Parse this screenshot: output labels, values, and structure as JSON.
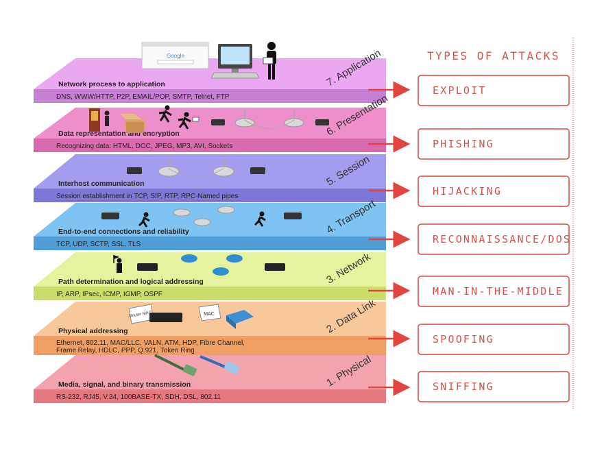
{
  "attacks_heading": "TYPES OF ATTACKS",
  "colors": {
    "accent_red": "#e0463f",
    "attack_text": "#d5524b",
    "layer7": "#e9a8ef",
    "layer6": "#ee8fcb",
    "layer5": "#a39df0",
    "layer4": "#7ec3f1",
    "layer3": "#e6f29e",
    "layer2": "#f8c89a",
    "layer1": "#f3a3ad"
  },
  "layers": [
    {
      "name": "7. Application",
      "title": "Network process to application",
      "desc1": "DNS, WWW/HTTP, P2P, EMAIL/POP, SMTP, Telnet, FTP",
      "desc2": "",
      "attack": "EXPLOIT",
      "icon_text": "Google"
    },
    {
      "name": "6. Presentation",
      "title": "Data representation and encryption",
      "desc1": "Recognizing data: HTML, DOC, JPEG, MP3, AVI, Sockets",
      "desc2": "",
      "attack": "PHISHING"
    },
    {
      "name": "5. Session",
      "title": "Interhost communication",
      "desc1": "Session establishment in TCP, SIP, RTP, RPC-Named pipes",
      "desc2": "",
      "attack": "HIJACKING"
    },
    {
      "name": "4. Transport",
      "title": "End-to-end connections and reliability",
      "desc1": "TCP, UDP, SCTP, SSL, TLS",
      "desc2": "",
      "attack": "RECONNAISSANCE/DOS"
    },
    {
      "name": "3. Network",
      "title": "Path determination and logical addressing",
      "desc1": "IP, ARP, IPsec, ICMP, IGMP, OSPF",
      "desc2": "",
      "attack": "MAN-IN-THE-MIDDLE"
    },
    {
      "name": "2. Data Link",
      "title": "Physical addressing",
      "desc1": "Ethernet, 802.11, MAC/LLC, VALN, ATM, HDP, Fibre Channel,",
      "desc2": "Frame Relay, HDLC,  PPP, Q.921, Token Ring",
      "attack": "SPOOFING",
      "icon_text": "Router MAC",
      "icon_text2": "MAC"
    },
    {
      "name": "1. Physical",
      "title": "Media, signal, and binary transmission",
      "desc1": "RS-232, RJ45, V.34, 100BASE-TX, SDH, DSL, 802.11",
      "desc2": "",
      "attack": "SNIFFING"
    }
  ]
}
